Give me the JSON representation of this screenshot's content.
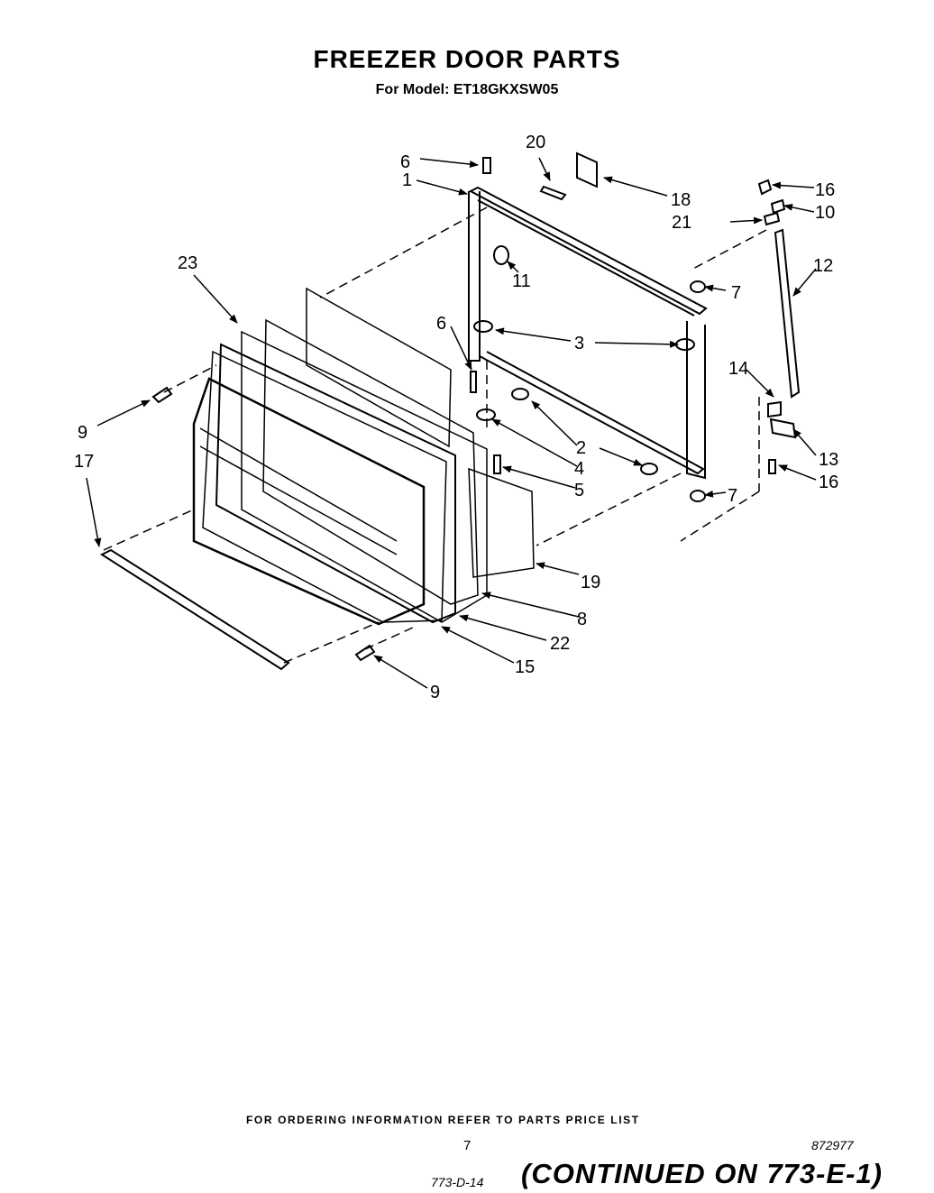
{
  "header": {
    "title": "FREEZER DOOR PARTS",
    "subtitle": "For Model: ET18GKXSW05"
  },
  "callouts": [
    "1",
    "2",
    "3",
    "4",
    "5",
    "6",
    "6",
    "7",
    "7",
    "8",
    "9",
    "9",
    "10",
    "11",
    "12",
    "13",
    "14",
    "15",
    "16",
    "16",
    "17",
    "18",
    "19",
    "20",
    "21",
    "22",
    "23"
  ],
  "footer": {
    "ordering_note": "FOR ORDERING INFORMATION REFER TO PARTS PRICE LIST",
    "page_number": "7",
    "drawing_number": "872977",
    "ref_code": "773-D-14",
    "continued": "(CONTINUED ON 773-E-1)"
  }
}
